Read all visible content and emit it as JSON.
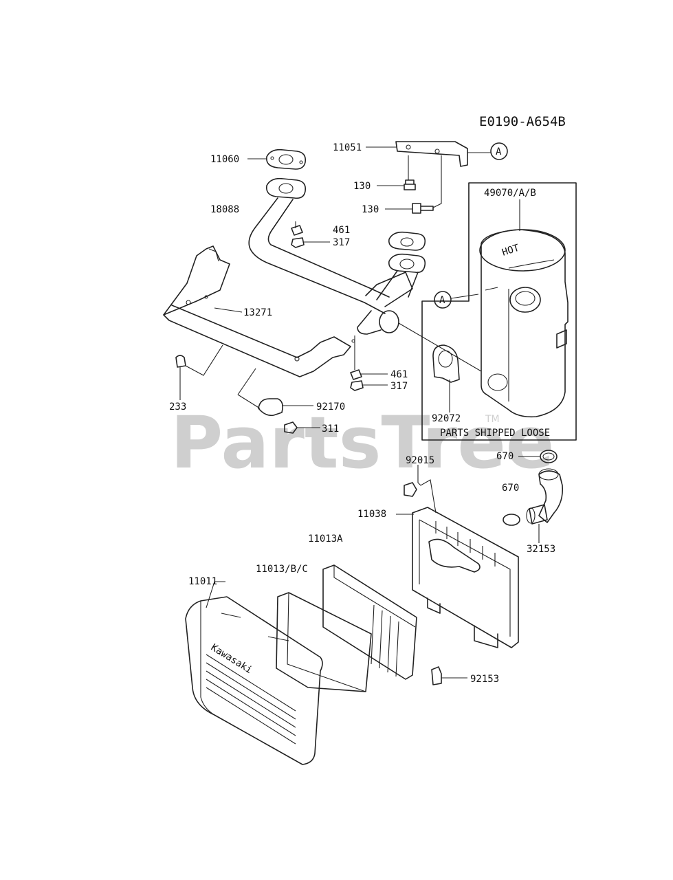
{
  "diagram": {
    "code": "E0190-A654B",
    "watermark": "PartsTree",
    "watermark_tm": "TM",
    "box_caption": "PARTS SHIPPED LOOSE",
    "kawasaki_text": "Kawasaki",
    "hot_text": "HOT",
    "callout_letter": "A",
    "labels": {
      "p11060": "11060",
      "p11051": "11051",
      "p130a": "130",
      "p130b": "130",
      "p18088": "18088",
      "p461a": "461",
      "p317a": "317",
      "p49070": "49070/A/B",
      "p13271": "13271",
      "p461b": "461",
      "p317b": "317",
      "p233": "233",
      "p92170": "92170",
      "p311": "311",
      "p92072": "92072",
      "p670a": "670",
      "p92015": "92015",
      "p670b": "670",
      "p11038": "11038",
      "p11013a": "11013A",
      "p32153": "32153",
      "p11013bc": "11013/B/C",
      "p11011": "11011",
      "p92153": "92153"
    }
  }
}
